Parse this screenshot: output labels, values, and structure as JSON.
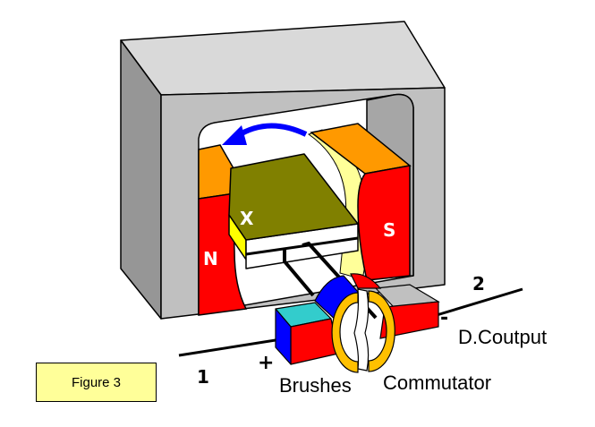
{
  "diagram": {
    "pole_north_label": "N",
    "pole_south_label": "S",
    "armature_label": "X",
    "terminal_1_label": "1",
    "terminal_2_label": "2",
    "positive_label": "+",
    "negative_label": "-",
    "output_label": "D.Coutput",
    "brushes_label": "Brushes",
    "commutator_label": "Commutator",
    "figure_caption": "Figure 3"
  },
  "colors": {
    "frame": "#c0c0c0",
    "pole": "#ff0000",
    "pole_tip": "#ff9900",
    "armature": "#808000",
    "commutator": "#ffc000",
    "arrow": "#0000ff",
    "brush_top": "#33cccc",
    "caption_bg": "#ffff99"
  }
}
